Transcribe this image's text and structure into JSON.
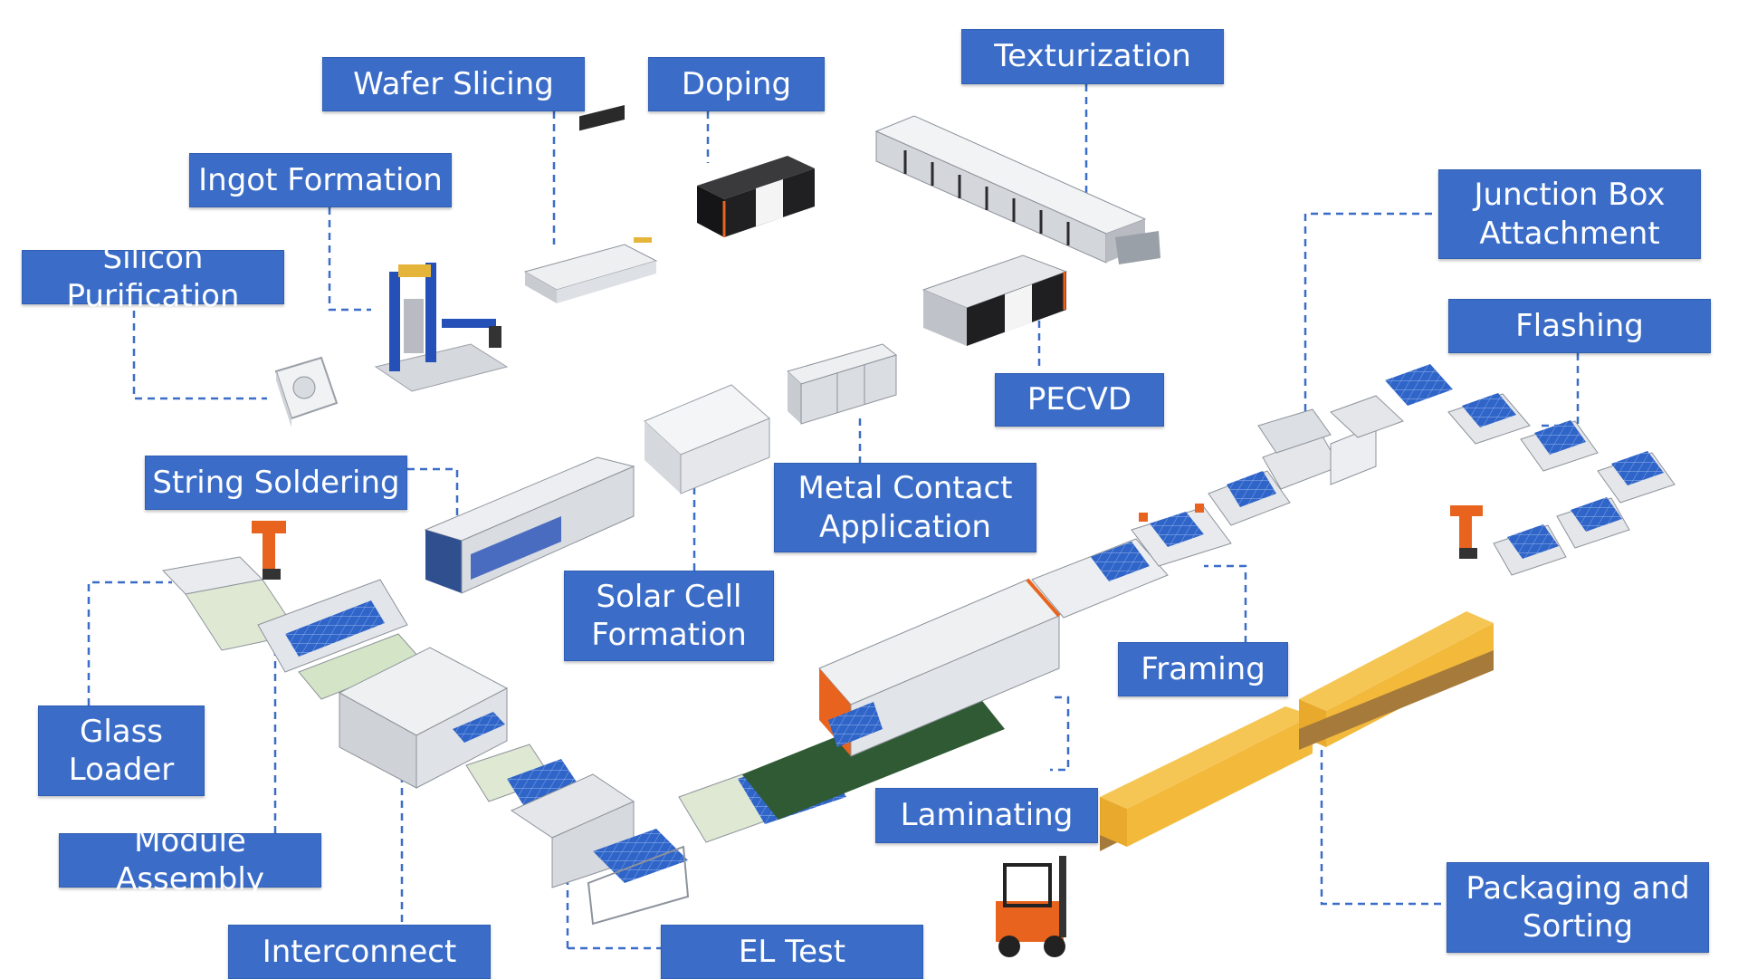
{
  "labels": {
    "wafer_slicing": "Wafer Slicing",
    "doping": "Doping",
    "texturization": "Texturization",
    "ingot_formation": "Ingot Formation",
    "silicon_purification": "Silicon Purification",
    "junction_box": "Junction Box\nAttachment",
    "flashing": "Flashing",
    "pecvd": "PECVD",
    "string_soldering": "String Soldering",
    "metal_contact": "Metal Contact\nApplication",
    "solar_cell_formation": "Solar Cell\nFormation",
    "framing": "Framing",
    "glass_loader": "Glass\nLoader",
    "laminating": "Laminating",
    "module_assembly": "Module Assembly",
    "packaging": "Packaging and\nSorting",
    "interconnect": "Interconnect",
    "el_test": "EL Test"
  },
  "colors": {
    "label_bg": "#3b6dc8",
    "label_text": "#ffffff",
    "connector": "#3b6dc8",
    "machine_body": "#e6e8eb",
    "machine_dark": "#1f1f22",
    "accent_orange": "#e8641e",
    "panel_blue": "#2f64c8",
    "box_yellow": "#f2b93b",
    "conveyor_green": "#b9d5a6"
  }
}
